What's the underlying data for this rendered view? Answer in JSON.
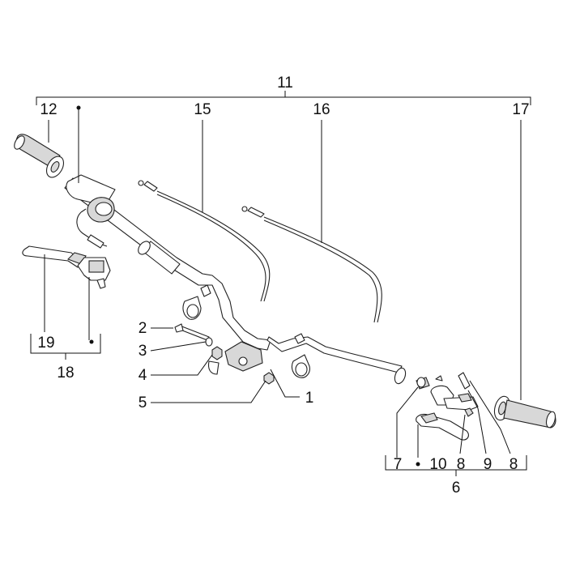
{
  "diagram": {
    "callouts": {
      "c1": "1",
      "c2": "2",
      "c3": "3",
      "c4": "4",
      "c5": "5",
      "c6": "6",
      "c7": "7",
      "c8a": "8",
      "c8b": "8",
      "c9": "9",
      "c10": "10",
      "c11": "11",
      "c12": "12",
      "c15": "15",
      "c16": "16",
      "c17": "17",
      "c18": "18",
      "c19": "19"
    },
    "colors": {
      "line": "#111111",
      "part_fill": "#ffffff",
      "part_shade": "#d8d8d8",
      "part_dark": "#9a9a9a"
    }
  }
}
